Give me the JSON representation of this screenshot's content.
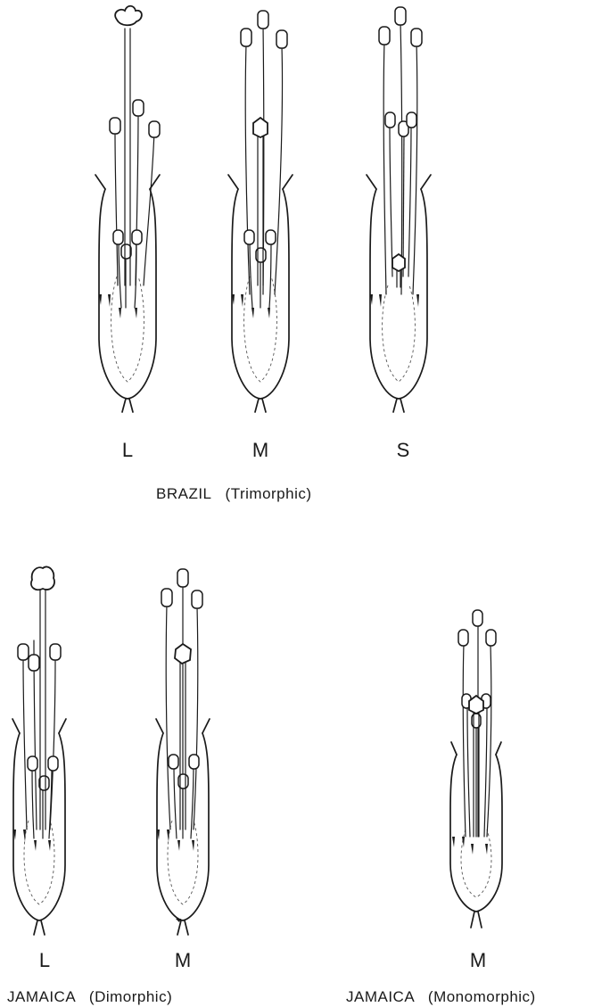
{
  "rows": [
    {
      "caption": "BRAZIL   (Trimorphic)",
      "flowers": [
        {
          "morph": "L",
          "style_level": "long"
        },
        {
          "morph": "M",
          "style_level": "mid"
        },
        {
          "morph": "S",
          "style_level": "short"
        }
      ]
    },
    {
      "captions": [
        "JAMAICA   (Dimorphic)",
        "JAMAICA   (Monomorphic)"
      ],
      "flowers": [
        {
          "morph": "L",
          "style_level": "long"
        },
        {
          "morph": "M",
          "style_level": "mid"
        },
        {
          "morph": "M",
          "style_level": "mid"
        }
      ]
    }
  ]
}
